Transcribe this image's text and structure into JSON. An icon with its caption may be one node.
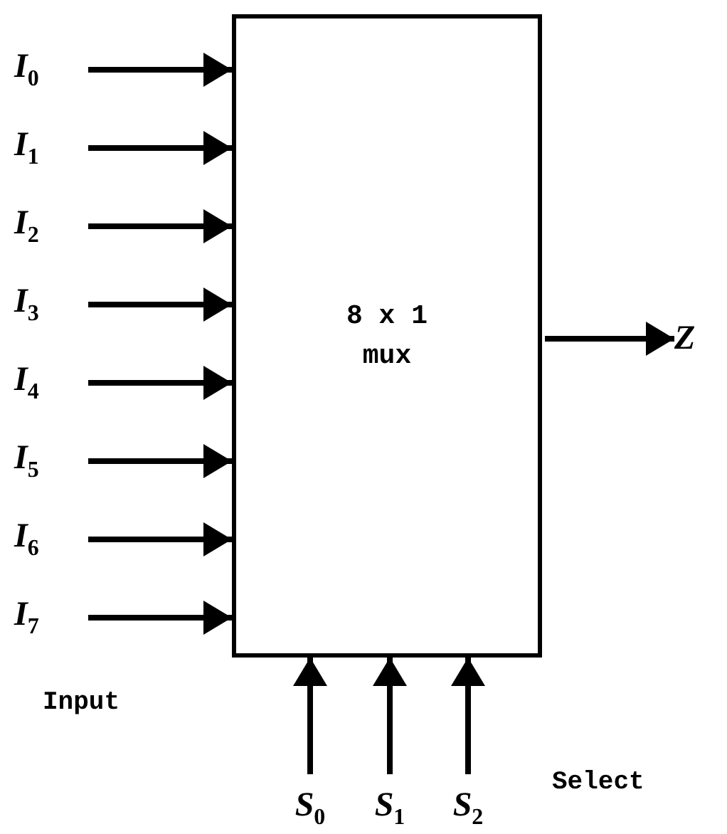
{
  "diagram": {
    "nodes": [
      {
        "text": [
          "8 x 1 mux"
        ]
      },
      {
        "text": [
          "I$_{0}$"
        ]
      },
      {
        "text": [
          "I$_{1}$"
        ]
      },
      {
        "text": [
          "I$_{2}$"
        ]
      },
      {
        "text": [
          "I$_{3}$"
        ]
      },
      {
        "text": [
          "I$_{4}$"
        ]
      },
      {
        "text": [
          "I$_{5}$"
        ]
      },
      {
        "text": [
          "I$_{6}$"
        ]
      },
      {
        "text": [
          "I$_{7}$"
        ]
      },
      {
        "text": [
          "Z"
        ]
      },
      {
        "text": [
          "S$_{0}$"
        ]
      },
      {
        "text": [
          "S$_{1}$"
        ]
      },
      {
        "text": [
          "S$_{2}$"
        ]
      }
    ],
    "edges": [
      {
        "from": 1,
        "to": 0,
        "arrow": "to"
      },
      {
        "from": 2,
        "to": 0,
        "arrow": "to"
      },
      {
        "from": 3,
        "to": 0,
        "arrow": "to"
      },
      {
        "from": 4,
        "to": 0,
        "arrow": "to"
      },
      {
        "from": 5,
        "to": 0,
        "arrow": "to"
      },
      {
        "from": 6,
        "to": 0,
        "arrow": "to"
      },
      {
        "from": 7,
        "to": 0,
        "arrow": "to"
      },
      {
        "from": 8,
        "to": 0,
        "arrow": "to"
      },
      {
        "from": 0,
        "to": 9,
        "arrow": "to"
      },
      {
        "from": 10,
        "to": 0,
        "arrow": "to"
      },
      {
        "from": 11,
        "to": 0,
        "arrow": "to"
      },
      {
        "from": 12,
        "to": 0,
        "arrow": "to"
      }
    ],
    "labels": [
      "Input",
      "Select"
    ]
  }
}
